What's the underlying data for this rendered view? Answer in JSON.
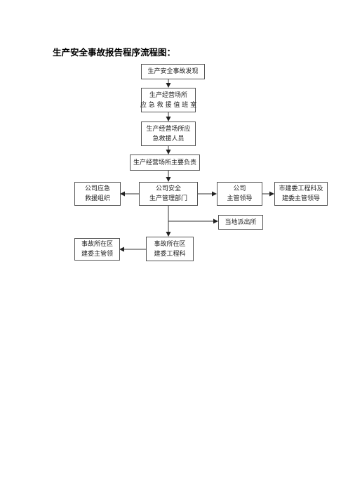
{
  "title": "生产安全事故报告程序流程图：",
  "nodes": {
    "discovery": [
      "生产安全事故发现"
    ],
    "duty_room": [
      "生产经营场所",
      "应 急 救 援 值 班 室"
    ],
    "rescue_staff": [
      "生产经营场所应",
      "急救援人员"
    ],
    "principal": [
      "生产经营场所主要负责"
    ],
    "company_rescue": [
      "公司应急",
      "救援组织"
    ],
    "company_safety": [
      "公司安全",
      "生产管理部门"
    ],
    "company_leader": [
      "公司",
      "主管领导"
    ],
    "city_bureau": [
      "市建委工程科及",
      "建委主管领导"
    ],
    "police": [
      "当地派出所"
    ],
    "district_leader": [
      "事故所在区",
      "建委主管领"
    ],
    "district_section": [
      "事故所在区",
      "建委工程科"
    ]
  }
}
